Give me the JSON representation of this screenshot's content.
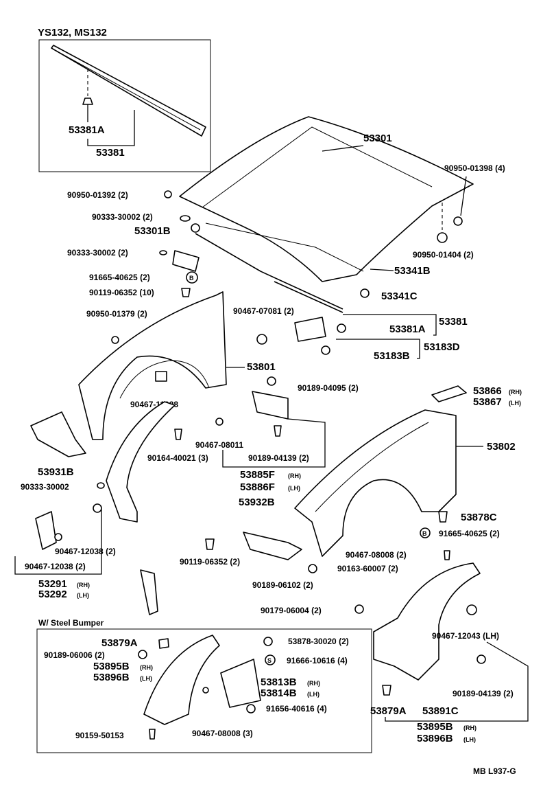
{
  "inset_top": {
    "title": "YS132, MS132",
    "p1": "53381A",
    "p2": "53381"
  },
  "hood": {
    "p_53301": "53301",
    "p_9095001398": "90950-01398 (4)",
    "p_9095001392": "90950-01392 (2)",
    "p_9033330002a": "90333-30002 (2)",
    "p_53301B": "53301B",
    "p_9033330002b": "90333-30002 (2)",
    "p_9095001404": "90950-01404 (2)",
    "p_53341B": "53341B",
    "p_53341C": "53341C",
    "p_53381A": "53381A",
    "p_53381": "53381",
    "p_53183B": "53183B",
    "p_53183D": "53183D",
    "p_9046707081": "90467-07081 (2)"
  },
  "left_fender": {
    "p_9166540625": "91665-40625 (2)",
    "b_mark": "B",
    "p_9011906352": "90119-06352 (10)",
    "p_9095001379": "90950-01379 (2)",
    "p_53801": "53801",
    "p_9046711028": "90467-11028",
    "p_9018904095": "90189-04095 (2)",
    "p_53931B": "53931B",
    "p_9046708011": "90467-08011",
    "p_9016440021": "90164-40021 (3)",
    "p_9018904139": "90189-04139 (2)",
    "p_53885F": "53885F",
    "p_53886F": "53886F",
    "rh": "(RH)",
    "lh": "(LH)",
    "p_9033330002c": "90333-30002",
    "p_53932B": "53932B",
    "p_9046712038a": "90467-12038 (2)",
    "p_9046712038b": "90467-12038 (2)",
    "p_53291": "53291",
    "p_53292": "53292",
    "p_9011906352b": "90119-06352 (2)",
    "p_9018906102": "90189-06102 (2)",
    "p_9016360007": "90163-60007 (2)"
  },
  "right_fender": {
    "p_53866": "53866",
    "p_53867": "53867",
    "p_53802": "53802",
    "p_53878C": "53878C",
    "p_9166540625": "91665-40625 (2)",
    "p_9046708008": "90467-08008 (2)",
    "p_9017906004": "90179-06004 (2)",
    "p_9046712043": "90467-12043 (LH)",
    "p_9018904139": "90189-04139 (2)",
    "p_53879A": "53879A",
    "p_53891C": "53891C",
    "p_53895B": "53895B",
    "p_53896B": "53896B"
  },
  "steel_bumper": {
    "title": "W/ Steel Bumper",
    "p_53879A": "53879A",
    "p_9018906006": "90189-06006 (2)",
    "p_53895B": "53895B",
    "p_53896B": "53896B",
    "p_5387830020": "53878-30020 (2)",
    "s_mark": "S",
    "p_9166610616": "91666-10616 (4)",
    "p_53813B": "53813B",
    "p_53814B": "53814B",
    "p_9165640616": "91656-40616 (4)",
    "p_9015950153": "90159-50153",
    "p_9046708008": "90467-08008 (3)"
  },
  "footer": {
    "code": "MB L937-G"
  }
}
